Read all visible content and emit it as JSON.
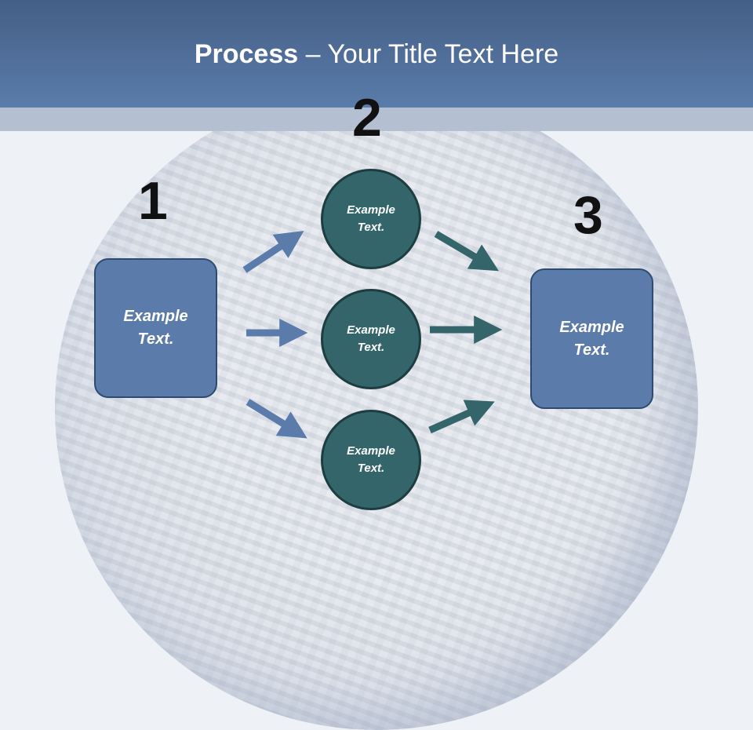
{
  "slide": {
    "title_bold": "Process",
    "title_rest": " – Your Title Text Here"
  },
  "steps": {
    "one": "1",
    "two": "2",
    "three": "3"
  },
  "nodes": {
    "left_box": "Example\nText.",
    "circle_top": "Example\nText.",
    "circle_middle": "Example\nText.",
    "circle_bottom": "Example\nText.",
    "right_box": "Example\nText."
  },
  "colors": {
    "header": "#5a7caa",
    "box_fill": "#5b7bab",
    "circle_fill": "#33656a",
    "arrow_blue": "#5b7bab",
    "arrow_teal": "#33656a"
  }
}
